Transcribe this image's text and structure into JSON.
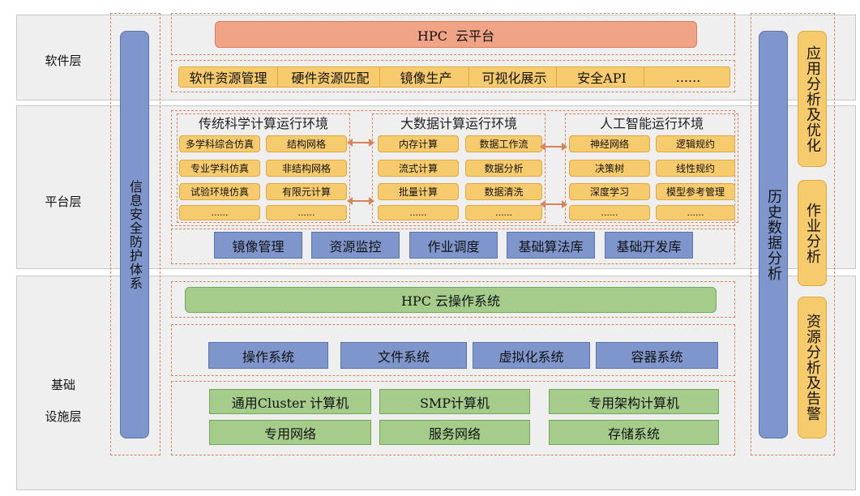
{
  "layers": {
    "software": "软件层",
    "platform": "平台层",
    "infra_line1": "基础",
    "infra_line2": "设施层"
  },
  "security": "信息安全防护体系",
  "history": "历史数据分析",
  "right_panels": [
    "应用分析及优化",
    "作业分析",
    "资源分析及告警"
  ],
  "software_layer": {
    "cloud_platform": "HPC  云平台",
    "items": [
      "软件资源管理",
      "硬件资源匹配",
      "镜像生产",
      "可视化展示",
      "安全API",
      "......"
    ]
  },
  "platform_layer": {
    "groups": [
      {
        "title": "传统科学计算运行环境",
        "items": [
          "多学科综合仿真",
          "结构网格",
          "专业学科仿真",
          "非结构网格",
          "试验环境仿真",
          "有限元计算",
          "......",
          "......"
        ]
      },
      {
        "title": "大数据计算运行环境",
        "items": [
          "内存计算",
          "数据工作流",
          "流式计算",
          "数据分析",
          "批量计算",
          "数据清洗",
          "......",
          "......"
        ]
      },
      {
        "title": "人工智能运行环境",
        "items": [
          "神经网络",
          "逻辑规约",
          "决策树",
          "线性规约",
          "深度学习",
          "模型参考管理",
          "......",
          "......"
        ]
      }
    ],
    "services": [
      "镜像管理",
      "资源监控",
      "作业调度",
      "基础算法库",
      "基础开发库"
    ]
  },
  "infra_layer": {
    "os": "HPC 云操作系统",
    "systems": [
      "操作系统",
      "文件系统",
      "虚拟化系统",
      "容器系统"
    ],
    "hardware": [
      "通用Cluster 计算机",
      "SMP计算机",
      "专用架构计算机",
      "专用网络",
      "服务网络",
      "存储系统"
    ]
  },
  "colors": {
    "blue": "#7f96cc",
    "green": "#a5cc8b",
    "yellow": "#f6cb6e",
    "orange": "#f0a385",
    "dashed_border": "#d6855a",
    "layer_bg": "#efefef"
  }
}
